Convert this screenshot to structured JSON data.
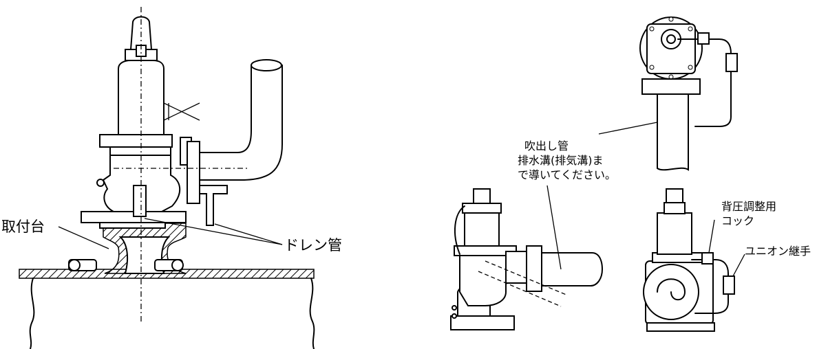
{
  "figure_left": {
    "labels": {
      "mount_base": "取付台",
      "drain_pipe": "ドレン管"
    }
  },
  "figure_right": {
    "labels": {
      "discharge_pipe_line1": "吹出し管",
      "discharge_pipe_line2": "排水溝(排気溝)ま",
      "discharge_pipe_line3": "で導いてください。",
      "back_pressure_cock_line1": "背圧調整用",
      "back_pressure_cock_line2": "コック",
      "union_joint": "ユニオン継手"
    }
  }
}
